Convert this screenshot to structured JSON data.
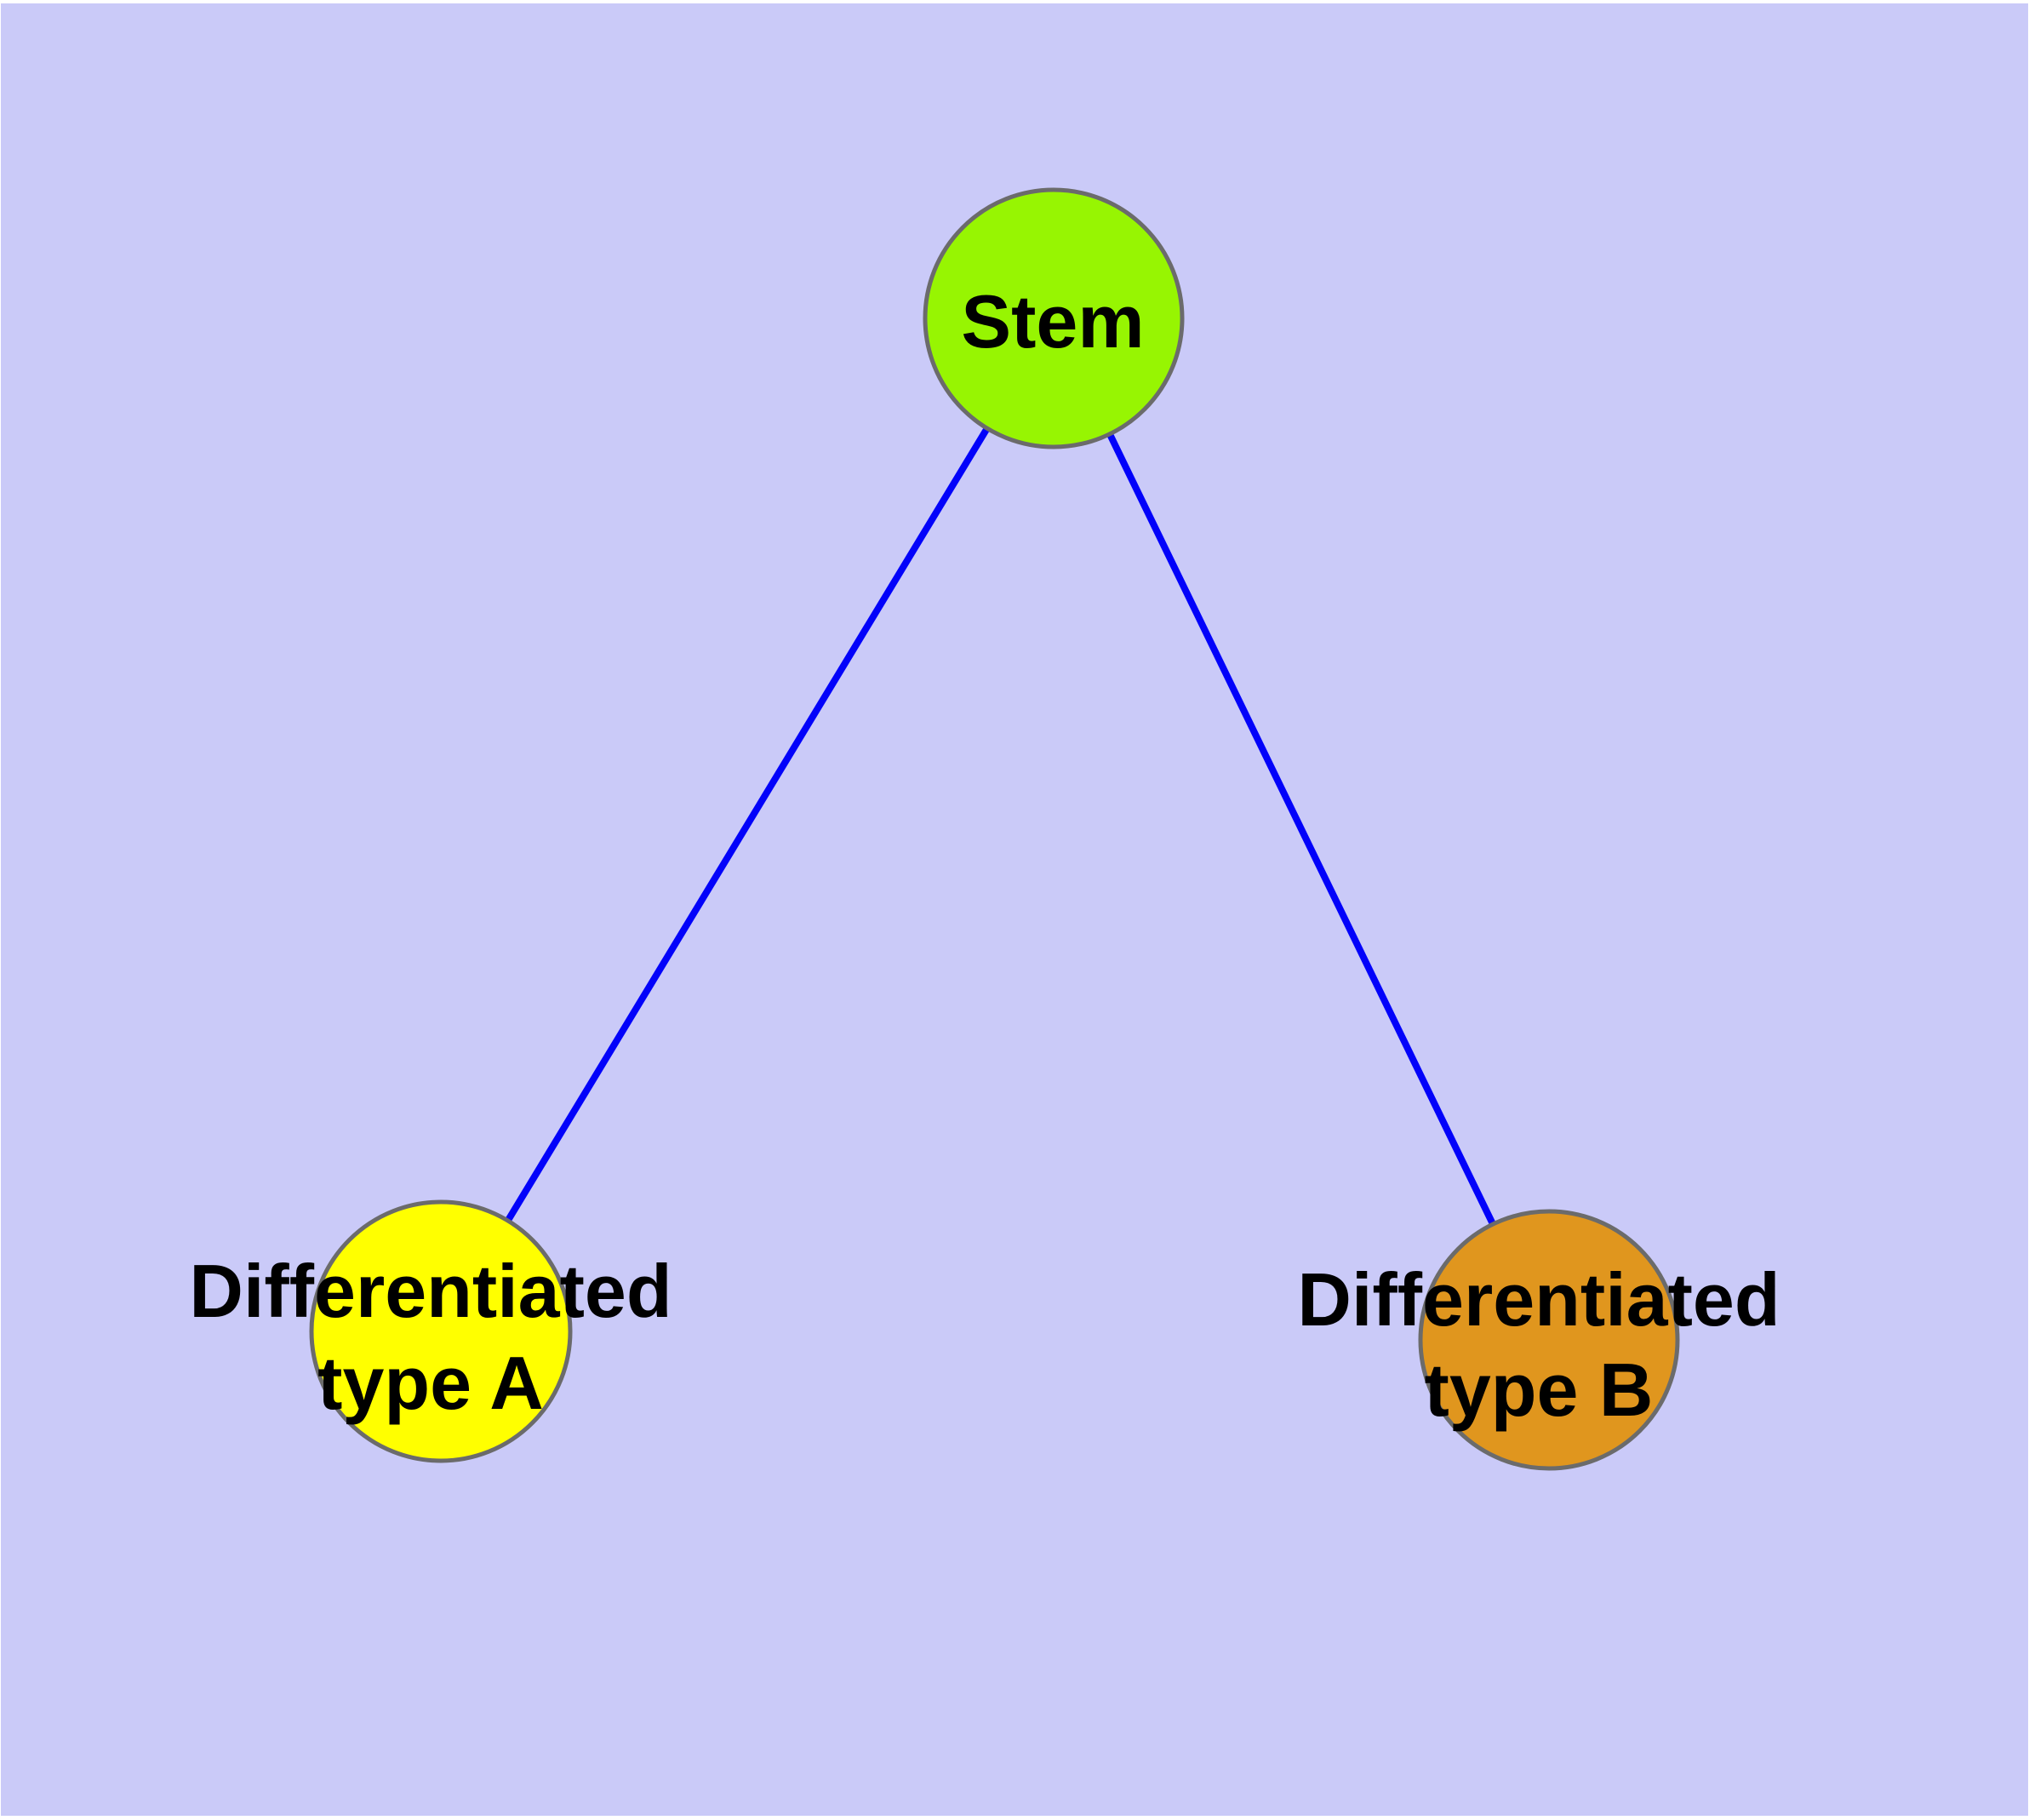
{
  "diagram": {
    "type": "node-link-graph",
    "description": "Stem cell differentiation graph: one stem node with edges to two differentiated cell type nodes",
    "colors": {
      "page_margin": "#ffffff",
      "background": "#cacaf8",
      "edge": "#0202fa",
      "node_border": "#6b6b6b",
      "label": "#000000"
    },
    "nodes": {
      "stem": {
        "label": "Stem",
        "fill": "#97f502"
      },
      "type_a": {
        "label": "Differentiated type A",
        "line1": "Differentiated",
        "line2": "type A",
        "fill": "#ffff00"
      },
      "type_b": {
        "label": "Differentiated type B",
        "line1": "Differentiated",
        "line2": "type B",
        "fill": "#e0961e"
      }
    },
    "edges": [
      {
        "from": "Stem",
        "to": "Differentiated type A"
      },
      {
        "from": "Stem",
        "to": "Differentiated type B"
      }
    ]
  }
}
